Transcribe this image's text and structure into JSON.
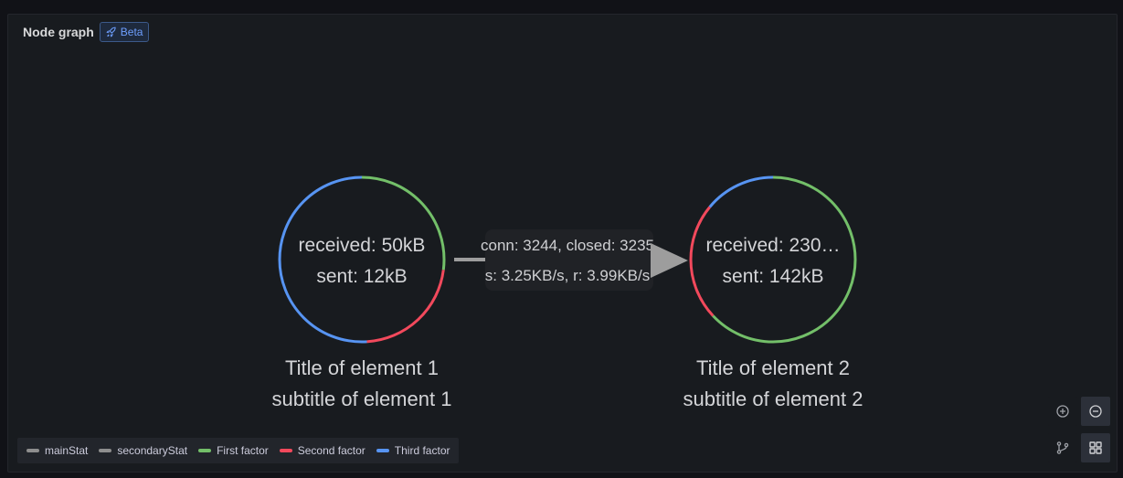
{
  "panel": {
    "title": "Node graph",
    "badge": "Beta",
    "badge_icon": "rocket-icon"
  },
  "nodes": [
    {
      "main_stat": "received: 50kB",
      "secondary_stat": "sent: 12kB",
      "title": "Title of element 1",
      "subtitle": "subtitle of element 1",
      "arc_fractions": {
        "first": 0.27,
        "second": 0.22,
        "third": 0.51
      }
    },
    {
      "main_stat": "received: 230…",
      "secondary_stat": "sent: 142kB",
      "title": "Title of element 2",
      "subtitle": "subtitle of element 2",
      "arc_fractions": {
        "first": 0.63,
        "second": 0.23,
        "third": 0.14
      }
    }
  ],
  "edge": {
    "main_stat": "conn: 3244, closed: 3235",
    "secondary_stat": "s: 3.25KB/s, r: 3.99KB/s"
  },
  "legend": [
    {
      "label": "mainStat",
      "color": "#8e8e8e"
    },
    {
      "label": "secondaryStat",
      "color": "#8e8e8e"
    },
    {
      "label": "First factor",
      "color": "#73bf69"
    },
    {
      "label": "Second factor",
      "color": "#f2495c"
    },
    {
      "label": "Third factor",
      "color": "#5794f2"
    }
  ],
  "controls": {
    "zoom_in": "zoom-in-icon",
    "zoom_out": "zoom-out-icon",
    "layout_graph": "graph-layout-icon",
    "layout_grid": "grid-layout-icon"
  },
  "colors": {
    "first": "#73bf69",
    "second": "#f2495c",
    "third": "#5794f2",
    "edge": "#9d9d9d"
  }
}
